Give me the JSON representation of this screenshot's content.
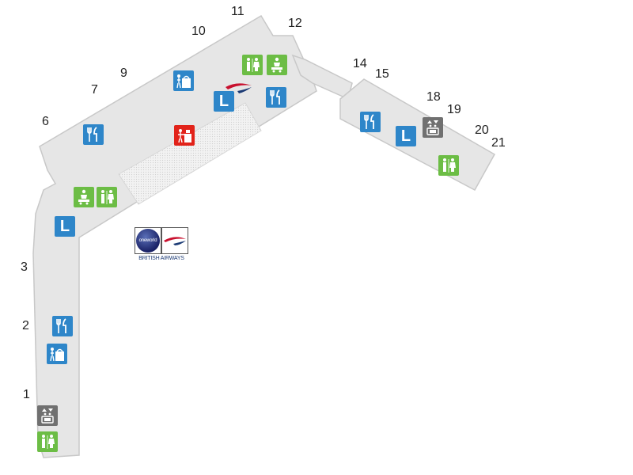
{
  "gates": [
    {
      "id": "g1",
      "label": "1"
    },
    {
      "id": "g2",
      "label": "2"
    },
    {
      "id": "g3",
      "label": "3"
    },
    {
      "id": "g6",
      "label": "6"
    },
    {
      "id": "g7",
      "label": "7"
    },
    {
      "id": "g9",
      "label": "9"
    },
    {
      "id": "g10",
      "label": "10"
    },
    {
      "id": "g11",
      "label": "11"
    },
    {
      "id": "g12",
      "label": "12"
    },
    {
      "id": "g14",
      "label": "14"
    },
    {
      "id": "g15",
      "label": "15"
    },
    {
      "id": "g18",
      "label": "18"
    },
    {
      "id": "g19",
      "label": "19"
    },
    {
      "id": "g20",
      "label": "20"
    },
    {
      "id": "g21",
      "label": "21"
    }
  ],
  "icons": {
    "restaurant": "fork-knife-icon",
    "toilets": "toilets-icon",
    "baby_change": "baby-change-icon",
    "lounge": "lounge-icon",
    "shop": "shopping-icon",
    "lift": "lift-icon",
    "info": "information-icon"
  },
  "lounge_letter": "L",
  "brand": {
    "oneworld_text": "oneworld",
    "airline_name": "BRITISH AIRWAYS"
  },
  "colors": {
    "terminal_fill": "#e6e6e6",
    "terminal_stroke": "#c8c8c8",
    "restaurant_blue": "#2e86c9",
    "toilet_green": "#6cbd45",
    "lift_grey": "#707070",
    "info_red": "#e2231a",
    "speedmarque_red": "#c8102e",
    "speedmarque_blue": "#1b3a74"
  }
}
